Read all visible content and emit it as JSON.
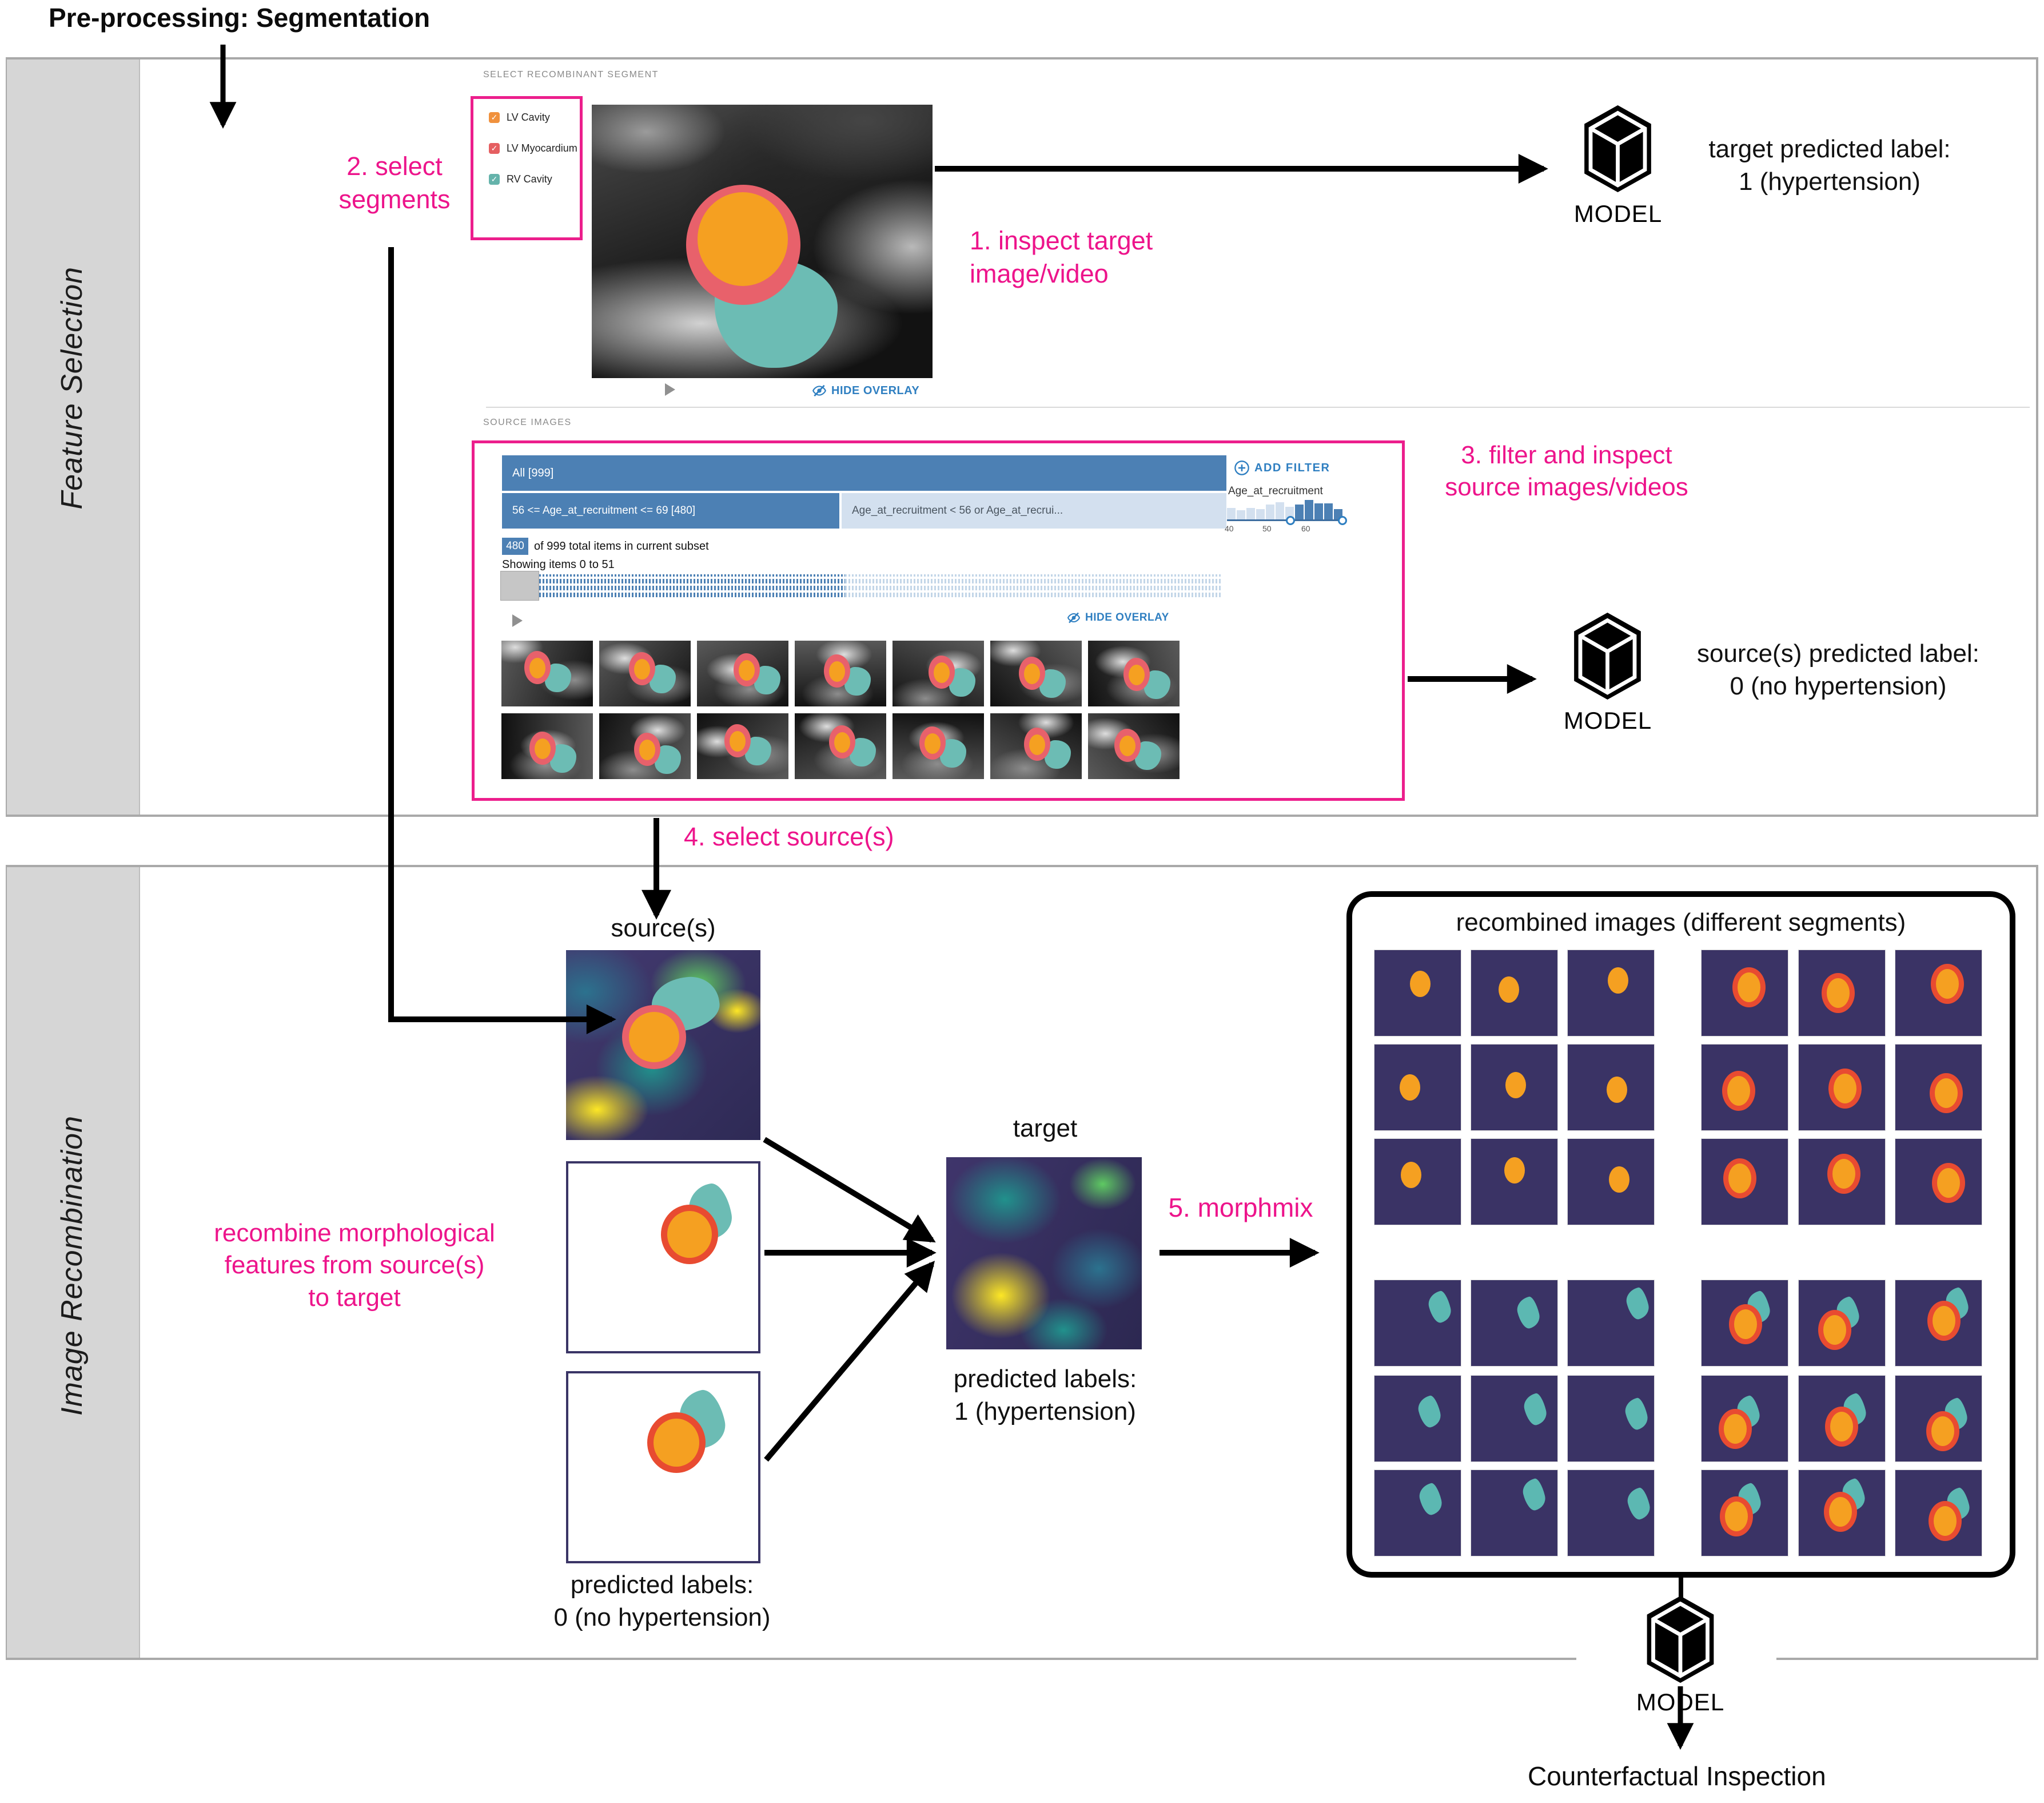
{
  "header": {
    "title": "Pre-processing: Segmentation"
  },
  "sidebar": {
    "top": "Feature Selection",
    "bottom": "Image Recombination"
  },
  "segment_panel": {
    "header": "SELECT RECOMBINANT SEGMENT",
    "items": [
      {
        "label": "LV Cavity",
        "color": "#f0913d",
        "checked": true
      },
      {
        "label": "LV Myocardium",
        "color": "#e55f61",
        "checked": true
      },
      {
        "label": "RV Cavity",
        "color": "#65b3ab",
        "checked": true
      }
    ]
  },
  "viewer": {
    "hide_overlay": "HIDE OVERLAY"
  },
  "model": {
    "label": "MODEL"
  },
  "notes": {
    "step1": [
      "1. inspect target",
      "image/video"
    ],
    "step2": [
      "2. select",
      "segments"
    ],
    "step3": [
      "3. filter and inspect",
      "source images/videos"
    ],
    "step4": "4. select source(s)",
    "step5": "5. morphmix",
    "recombine": [
      "recombine morphological",
      "features from source(s)",
      "to target"
    ]
  },
  "predictions": {
    "target_top": [
      "target predicted label:",
      "1 (hypertension)"
    ],
    "sources_top": [
      "source(s) predicted label:",
      "0 (no hypertension)"
    ],
    "target_bottom": [
      "predicted labels:",
      "1 (hypertension)"
    ],
    "sources_bottom": [
      "predicted labels:",
      "0 (no hypertension)"
    ]
  },
  "source_panel": {
    "header": "SOURCE IMAGES",
    "filter_all": "All [999]",
    "filter_selected": "56 <= Age_at_recruitment <= 69 [480]",
    "filter_other": "Age_at_recruitment < 56 or Age_at_recrui...",
    "add_filter": "ADD FILTER",
    "count_badge": "480",
    "count_text": "of 999 total items in current subset",
    "showing": "Showing items 0 to 51",
    "hide_overlay": "HIDE OVERLAY",
    "grid": {
      "rows": 2,
      "cols": 7
    },
    "histogram": {
      "label": "Age_at_recruitment",
      "ticks": [
        "40",
        "50",
        "60"
      ],
      "bars": [
        {
          "h": 11,
          "sel": false
        },
        {
          "h": 9,
          "sel": false
        },
        {
          "h": 11,
          "sel": false
        },
        {
          "h": 10,
          "sel": false
        },
        {
          "h": 14,
          "sel": false
        },
        {
          "h": 16,
          "sel": false
        },
        {
          "h": 12,
          "sel": false
        },
        {
          "h": 14,
          "sel": true
        },
        {
          "h": 18,
          "sel": true
        },
        {
          "h": 15,
          "sel": true
        },
        {
          "h": 15,
          "sel": true
        },
        {
          "h": 10,
          "sel": true
        }
      ],
      "range_selected": [
        56,
        69
      ]
    }
  },
  "recombination": {
    "sources_label": "source(s)",
    "target_label": "target",
    "box_title": "recombined images (different segments)",
    "groups": [
      {
        "name": "lv-cavity-only",
        "segments": [
          "lv_cavity"
        ]
      },
      {
        "name": "lv-cavity-and-myocardium",
        "segments": [
          "lv_cavity",
          "lv_myocardium"
        ]
      },
      {
        "name": "rv-cavity-only",
        "segments": [
          "rv_cavity"
        ]
      },
      {
        "name": "all-segments",
        "segments": [
          "lv_cavity",
          "lv_myocardium",
          "rv_cavity"
        ]
      }
    ],
    "grid": {
      "rows": 3,
      "cols": 3
    },
    "final_caption": "Counterfactual Inspection"
  },
  "colors": {
    "accent_pink": "#ed148b",
    "link_blue": "#2f7fc1",
    "bar_blue": "#4c80b4",
    "bar_light": "#d3e0ef",
    "seg_lv_cavity": "#f5a021",
    "seg_lv_myocardium": "#e8616b",
    "seg_rv_cavity": "#6cbcb4",
    "tile_navy": "#3a3365",
    "rail_gray": "#d6d6d6"
  }
}
